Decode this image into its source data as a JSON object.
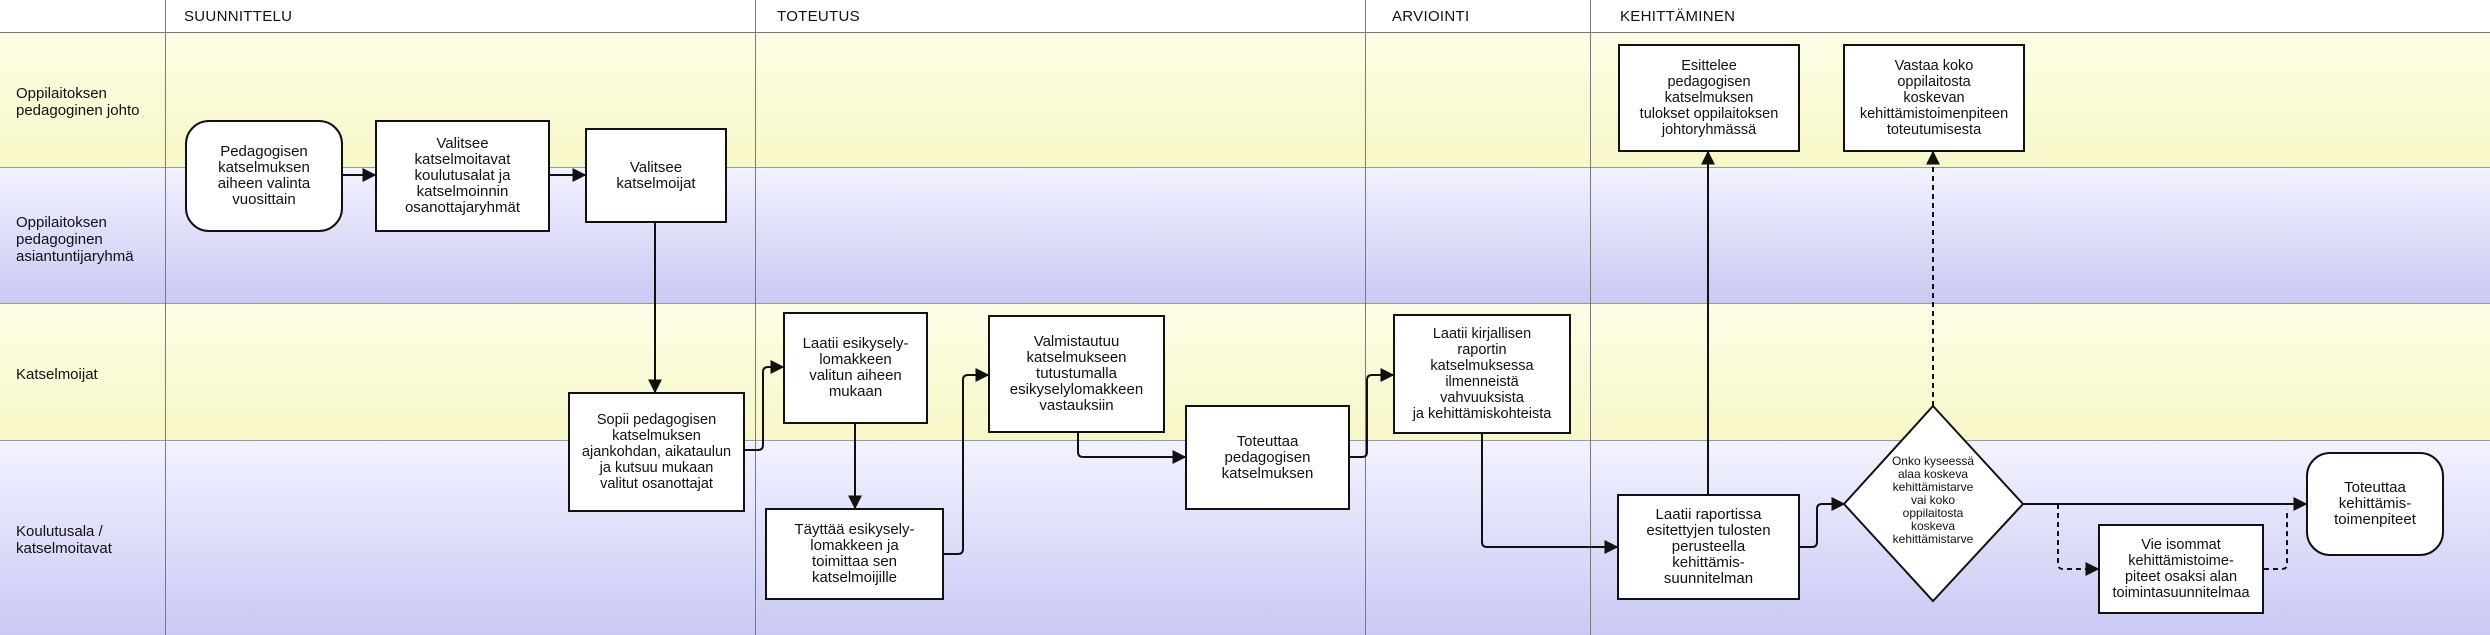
{
  "phases": [
    "SUUNNITTELU",
    "TOTEUTUS",
    "ARVIOINTI",
    "KEHITTÄMINEN"
  ],
  "lanes": [
    "Oppilaitoksen\npedagoginen johto",
    "Oppilaitoksen\npedagoginen\nasiantuntijaryhmä",
    "Katselmoijat",
    "Koulutusala /\nkatselmoitavat"
  ],
  "nodes": {
    "aihe": "Pedagogisen\nkatselmuksen\naiheen valinta\nvuosittain",
    "valitsee_alat": "Valitsee\nkatselmoitavat\nkoulutusalat ja\nkatselmoinnin\nosanottajaryhmät",
    "valitsee_katselmoijat": "Valitsee\nkatselmoijat",
    "sopii": "Sopii pedagogisen\nkatselmuksen\najankohdan, aikataulun\nja kutsuu mukaan\nvalitut osanottajat",
    "laatii_lomake": "Laatii esikysely-\nlomakkeen\nvalitun aiheen\nmukaan",
    "tayttaa": "Täyttää esikysely-\nlomakkeen ja\ntoimittaa sen\nkatselmoijille",
    "valmistautuu": "Valmistautuu\nkatselmukseen\ntutustumalla\nesikyselylomakkeen\nvastauksiin",
    "toteuttaa_katselmus": "Toteuttaa\npedagogisen\nkatselmuksen",
    "laatii_raportin": "Laatii kirjallisen\nraportin\nkatselmuksessa\nilmenneistä\nvahvuuksista\nja kehittämiskohteista",
    "laatii_suunnitelma": "Laatii raportissa\nesitettyjen tulosten\nperusteella\nkehittämis-\nsuunnitelman",
    "esittelee": "Esittelee\npedagogisen\nkatselmuksen\ntulokset oppilaitoksen\njohtoryhmässä",
    "vastaa": "Vastaa koko\noppilaitosta\nkoskevan\nkehittämistoimenpiteen\ntoteutumisesta",
    "onko": "Onko kyseessä\nalaa koskeva\nkehittämistarve\nvai koko\noppilaitosta\nkoskeva\nkehittämistarve",
    "vie_isommat": "Vie isommat\nkehittämistoime-\npiteet osaksi alan\ntoimintasuunnitelmaa",
    "toteuttaa_kehittamis": "Toteuttaa\nkehittämis-\ntoimenpiteet"
  },
  "colors": {
    "lane_yellow": "#f7f7c8",
    "lane_blue": "#c9c9f3",
    "stroke": "#111111"
  }
}
